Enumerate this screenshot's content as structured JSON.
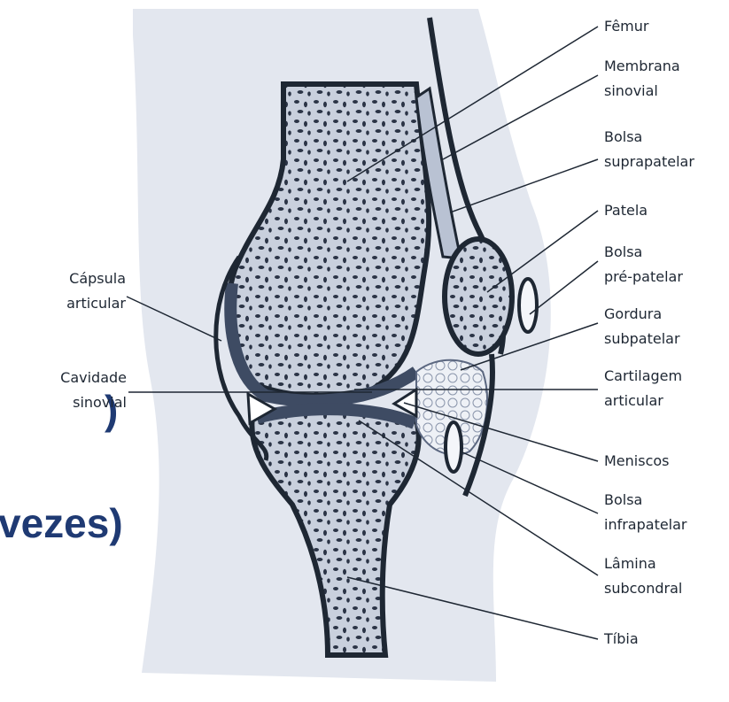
{
  "background_slide_text": {
    "line1": ")",
    "line2": "vezes)"
  },
  "labels_right": {
    "femur": "Fêmur",
    "membrana": [
      "Membrana",
      "sinovial"
    ],
    "bolsa_supra": [
      "Bolsa",
      "suprapatelar"
    ],
    "patela": "Patela",
    "bolsa_pre": [
      "Bolsa",
      "pré-patelar"
    ],
    "gordura": [
      "Gordura",
      "subpatelar"
    ],
    "cartilagem": [
      "Cartilagem",
      "articular"
    ],
    "meniscos": "Meniscos",
    "bolsa_infra": [
      "Bolsa",
      "infrapatelar"
    ],
    "lamina": [
      "Lâmina",
      "subcondral"
    ],
    "tibia": "Tíbia"
  },
  "labels_left": {
    "capsula": [
      "Cápsula",
      "articular"
    ],
    "cavidade": [
      "Cavidade",
      "sinovial"
    ]
  },
  "colors": {
    "ink": "#1e2733",
    "skin": "#dfe3ec",
    "bone": "#aab5c8",
    "cartilage": "#3e4b63",
    "slide_text": "#1f3a73"
  }
}
